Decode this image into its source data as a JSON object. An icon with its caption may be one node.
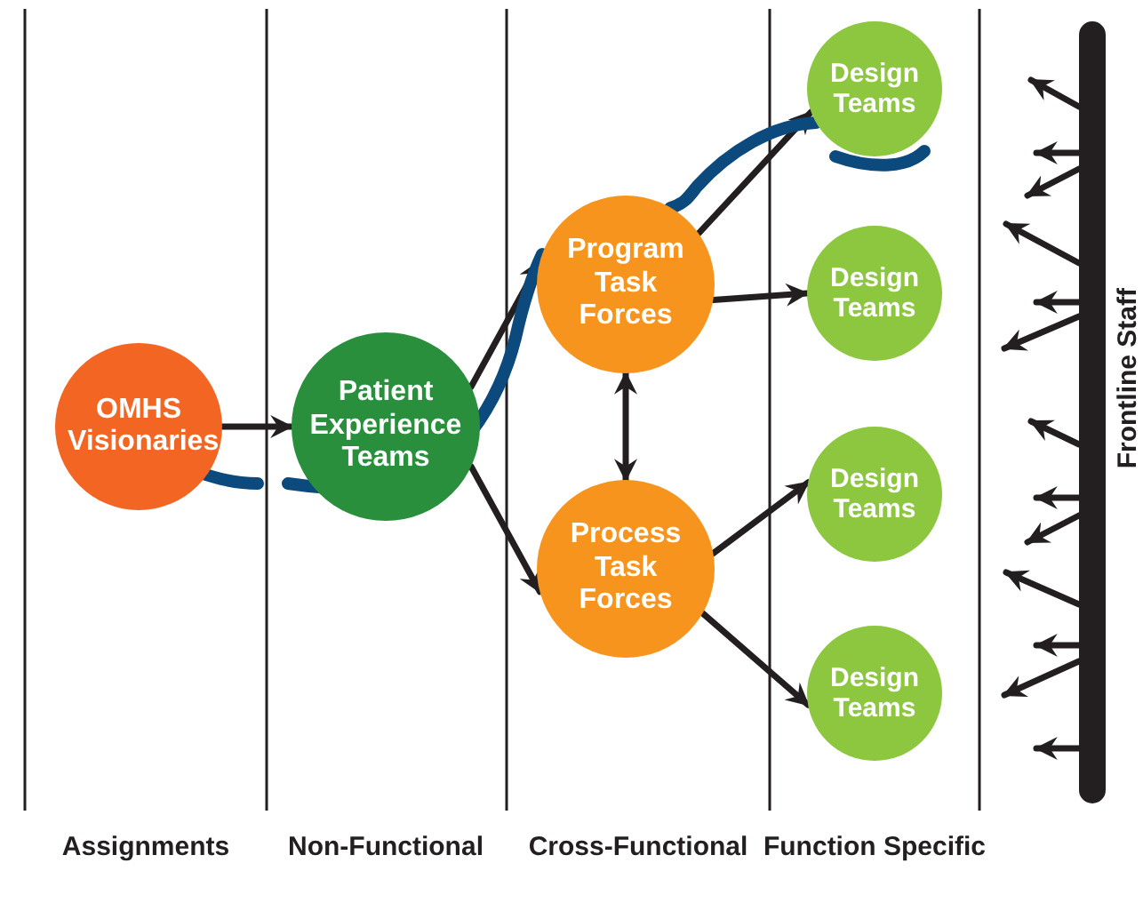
{
  "diagram": {
    "nodes": [
      {
        "text": [
          "OMHS Visionaries"
        ]
      },
      {
        "text": [
          "Patient Experience Teams"
        ]
      },
      {
        "text": [
          "Program Task Forces"
        ]
      },
      {
        "text": [
          "Process Task Forces"
        ]
      },
      {
        "text": [
          "Design Teams"
        ]
      },
      {
        "text": [
          "Design Teams"
        ]
      },
      {
        "text": [
          "Design Teams"
        ]
      },
      {
        "text": [
          "Design Teams"
        ]
      },
      {
        "text": [
          "Frontline Staff"
        ]
      }
    ],
    "edges": [
      {
        "from": 0,
        "to": 1,
        "arrow": "to"
      },
      {
        "from": 1,
        "to": 2,
        "arrow": "to"
      },
      {
        "from": 1,
        "to": 3,
        "arrow": "to"
      },
      {
        "from": 2,
        "to": 3,
        "arrow": "both"
      },
      {
        "from": 2,
        "to": 4,
        "arrow": "to"
      },
      {
        "from": 2,
        "to": 5,
        "arrow": "to"
      },
      {
        "from": 3,
        "to": 6,
        "arrow": "to"
      },
      {
        "from": 3,
        "to": 7,
        "arrow": "to"
      },
      {
        "from": 8,
        "to": null,
        "arrow": "to"
      },
      {
        "from": 8,
        "to": null,
        "arrow": "to"
      },
      {
        "from": 8,
        "to": null,
        "arrow": "to"
      },
      {
        "from": 8,
        "to": null,
        "arrow": "to"
      },
      {
        "from": 8,
        "to": null,
        "arrow": "to"
      },
      {
        "from": 8,
        "to": null,
        "arrow": "to"
      },
      {
        "from": 8,
        "to": null,
        "arrow": "to"
      },
      {
        "from": 8,
        "to": null,
        "arrow": "to"
      },
      {
        "from": 8,
        "to": null,
        "arrow": "to"
      },
      {
        "from": 8,
        "to": null,
        "arrow": "to"
      },
      {
        "from": 8,
        "to": null,
        "arrow": "to"
      },
      {
        "from": 8,
        "to": null,
        "arrow": "to"
      },
      {
        "from": 8,
        "to": null,
        "arrow": "to"
      },
      {
        "from": 1,
        "to": 2,
        "arrow": "none",
        "style": "thick",
        "color": "#0c4a7e"
      },
      {
        "from": 2,
        "to": 4,
        "arrow": "none",
        "style": "thick",
        "color": "#0c4a7e"
      }
    ],
    "labels": [
      "Assignments",
      "Non-Functional",
      "Cross-Functional",
      "Function Specific"
    ]
  }
}
